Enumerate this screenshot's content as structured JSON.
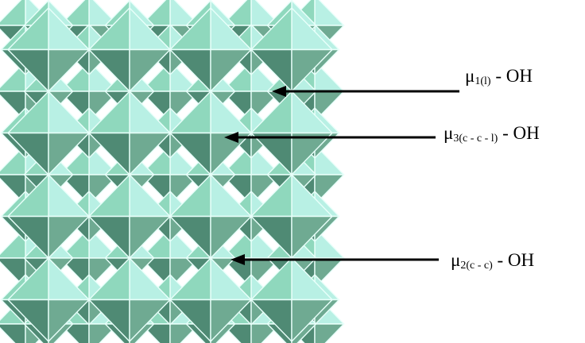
{
  "colors": {
    "background": "#ffffff",
    "face_light": "#b8f0e4",
    "face_mid": "#8fd8bd",
    "face_shade": "#6faa92",
    "face_dark": "#4f8a74",
    "edge": "#e8fffa",
    "arrow": "#000000"
  },
  "structure": {
    "name": "octahedral-sheet",
    "columns": 4,
    "rows": 4
  },
  "labels": [
    {
      "symbol": "μ",
      "subscript": "1(l)",
      "suffix": " - OH"
    },
    {
      "symbol": "μ",
      "subscript": "3(c - c - l)",
      "suffix": " - OH"
    },
    {
      "symbol": "μ",
      "subscript": "2(c - c)",
      "suffix": " - OH"
    }
  ]
}
